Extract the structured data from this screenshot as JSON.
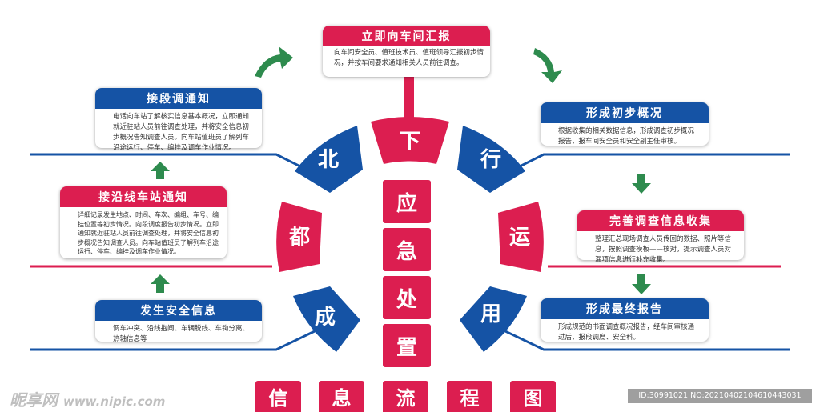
{
  "top_card": {
    "title": "立即向车间汇报",
    "body": "向车间安全员、值班技术员、值班领导汇报初步情况，并按车间要求通知相关人员前往调查。"
  },
  "left_cards": [
    {
      "title": "接段调通知",
      "body": "电话向车站了解核实信息基本概况，立即通知就近驻站人员前往调查处理，并将安全信息初步概况告知调查人员。向车站值班员了解列车沿途运行、停车、编挂及调车作业情况。"
    },
    {
      "title": "接沿线车站通知",
      "body": "详细记录发生地点、时间、车次、编组、车号、编挂位置等初步情况。向段调度报告初步情况。立即通知就近驻站人员前往调查处理，并将安全信息初步概况告知调查人员。向车站值班员了解列车沿途运行、停车、编挂及调车作业情况。"
    },
    {
      "title": "发生安全信息",
      "body": "调车冲突、沿线抱闸、车辆脱线、车钩分离、热轴信息等"
    }
  ],
  "right_cards": [
    {
      "title": "形成初步概况",
      "body": "根据收集的相关数据信息，形成调查初步概况报告，报车间安全员和安全副主任审核。"
    },
    {
      "title": "完善调查信息收集",
      "body": "整理汇总现场调查人员传回的数据、照片等信息，按照调查模板——核对，提示调查人员对漏项信息进行补充收集。"
    },
    {
      "title": "形成最终报告",
      "body": "形成规范的书面调查概况报告，经车间审核通过后，报段调度、安全科。"
    }
  ],
  "arc_chars": {
    "left": [
      "北",
      "都",
      "成"
    ],
    "top": "下",
    "right": [
      "行",
      "运",
      "用"
    ]
  },
  "center_chars": [
    "应",
    "急",
    "处",
    "置"
  ],
  "footer_chars": [
    "信",
    "息",
    "流",
    "程",
    "图"
  ],
  "watermark": {
    "logo": "昵享网",
    "url": "www.nipic.com",
    "id": "ID:30991021 NO:20210402104610443031"
  },
  "colors": {
    "pink": "#dc1e50",
    "blue": "#1553a5",
    "arrow_green": "#2e8b4e"
  }
}
